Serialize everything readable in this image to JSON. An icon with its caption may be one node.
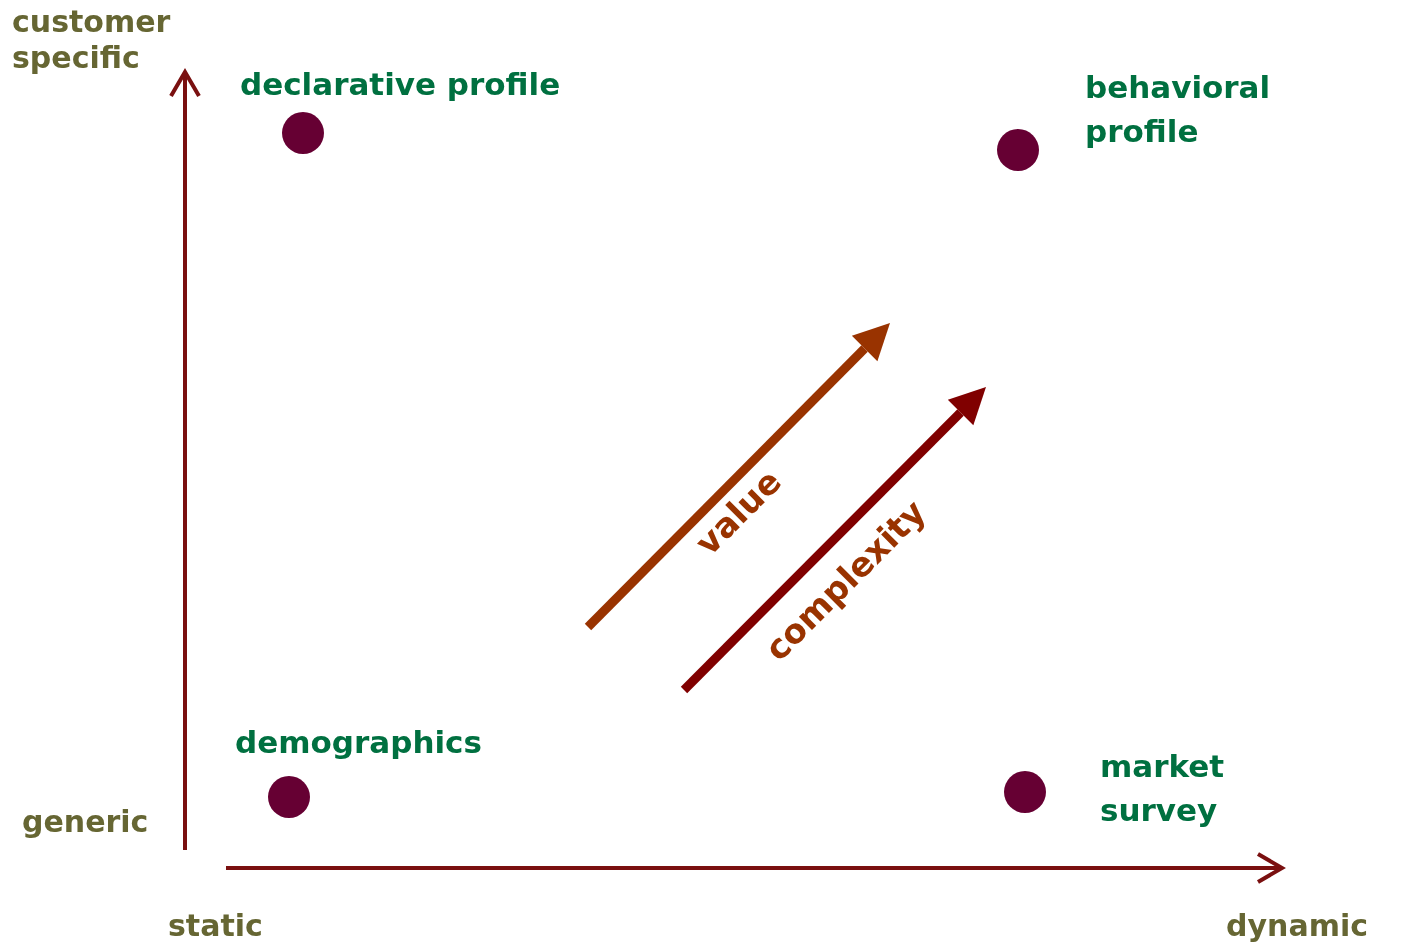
{
  "diagram": {
    "nodes": [
      {
        "text": [],
        "shape": "circle",
        "beside": [
          "declarative profile"
        ]
      },
      {
        "text": [],
        "shape": "circle",
        "beside": [
          "behavioral profile"
        ]
      },
      {
        "text": [],
        "shape": "circle",
        "beside": [
          "demographics"
        ]
      },
      {
        "text": [],
        "shape": "circle",
        "beside": [
          "market survey"
        ]
      }
    ],
    "labels": [
      "customer specific",
      "generic",
      "static",
      "dynamic",
      "value",
      "complexity"
    ]
  }
}
